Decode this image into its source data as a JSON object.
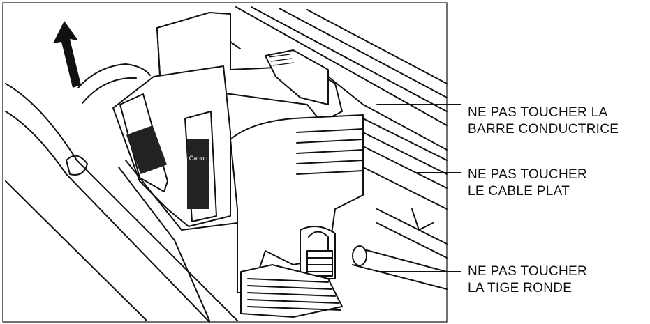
{
  "callouts": [
    {
      "line1": "NE PAS TOUCHER LA",
      "line2": "BARRE CONDUCTRICE"
    },
    {
      "line1": "NE PAS TOUCHER",
      "line2": "LE CABLE PLAT"
    },
    {
      "line1": "NE PAS TOUCHER",
      "line2": "LA TIGE RONDE"
    }
  ],
  "cartridge_label": "Canon",
  "icons": [
    "upward-arrow-icon"
  ]
}
